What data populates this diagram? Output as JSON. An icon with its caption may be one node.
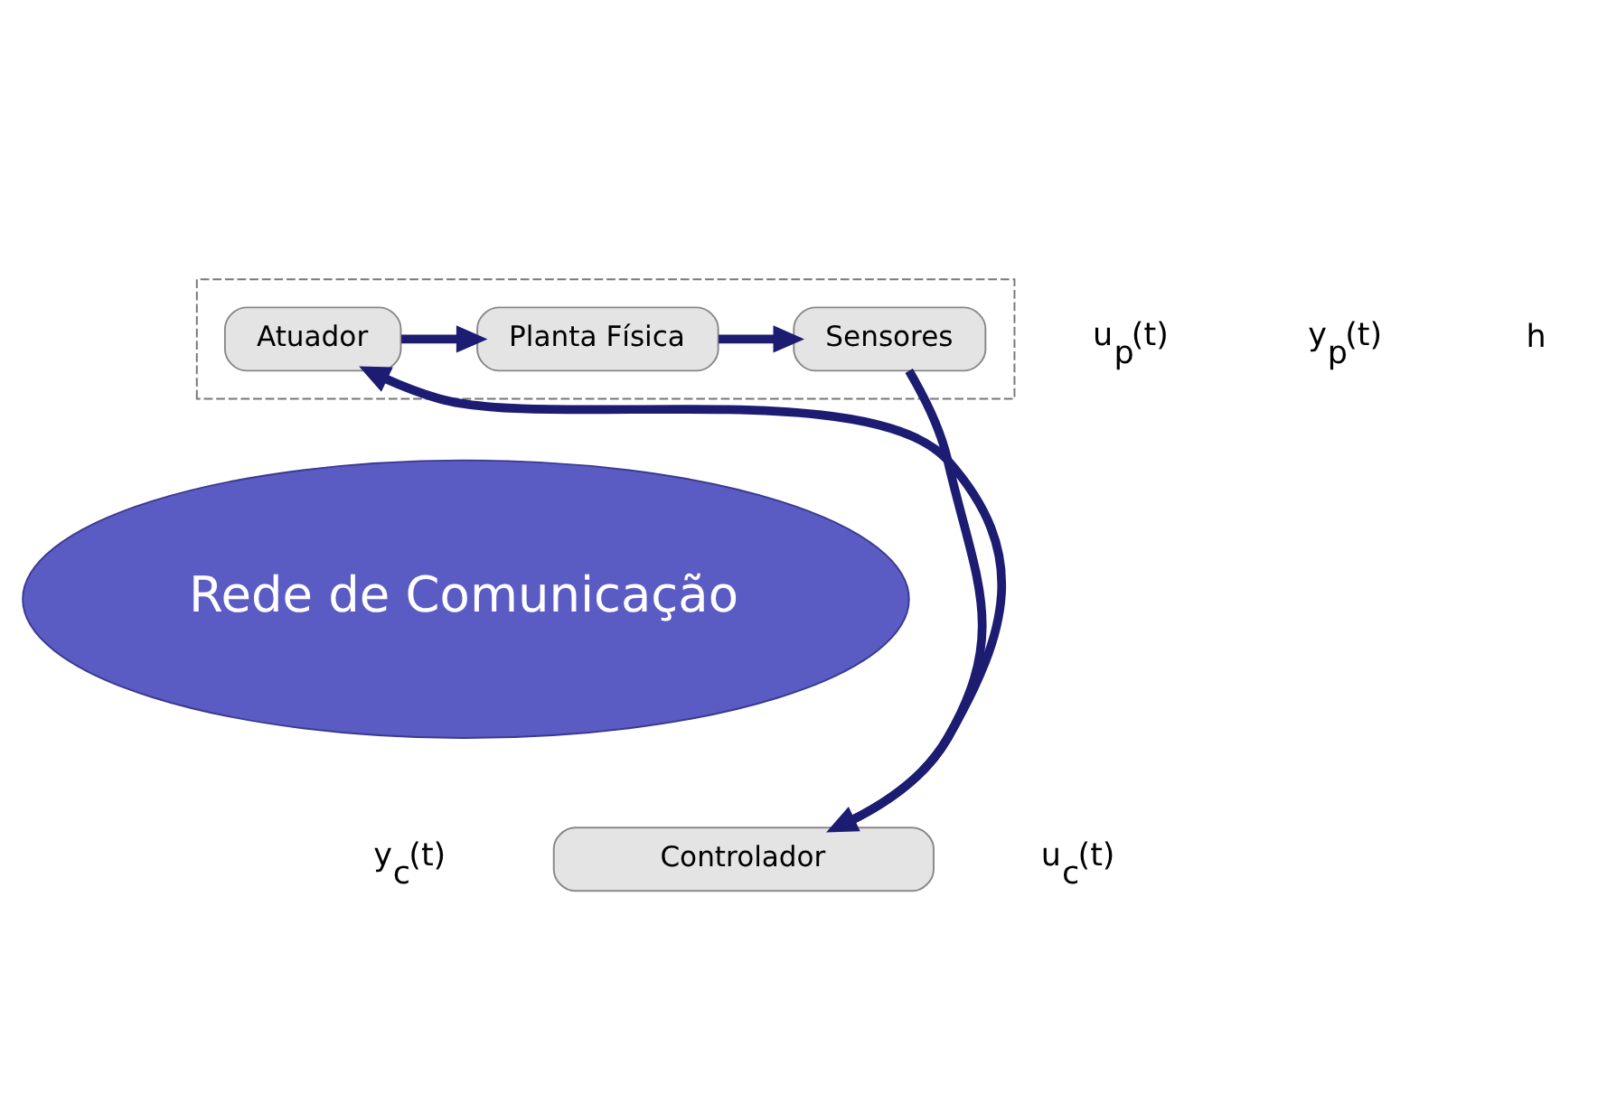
{
  "diagram": {
    "nodes": [
      {
        "text": [],
        "shape": "box"
      },
      {
        "text": [
          "Atuador"
        ],
        "in": 0
      },
      {
        "text": [
          "Planta Física"
        ],
        "in": 0
      },
      {
        "text": [
          "Sensores"
        ],
        "in": 0
      },
      {
        "text": [
          "Rede de Comunicação"
        ]
      },
      {
        "text": [
          "Controlador"
        ]
      }
    ],
    "edges": [
      {
        "from": 1,
        "to": 2,
        "arrow": "to"
      },
      {
        "from": 2,
        "to": 3,
        "arrow": "to"
      },
      {
        "from": 3,
        "to": 5,
        "arrow": "to"
      },
      {
        "from": 5,
        "to": 1,
        "arrow": "to"
      }
    ],
    "labels": [
      "u$_{p}$(t)",
      "y$_{p}$(t)",
      "h",
      "y$_{c}$(t)",
      "u$_{c}$(t)"
    ]
  }
}
